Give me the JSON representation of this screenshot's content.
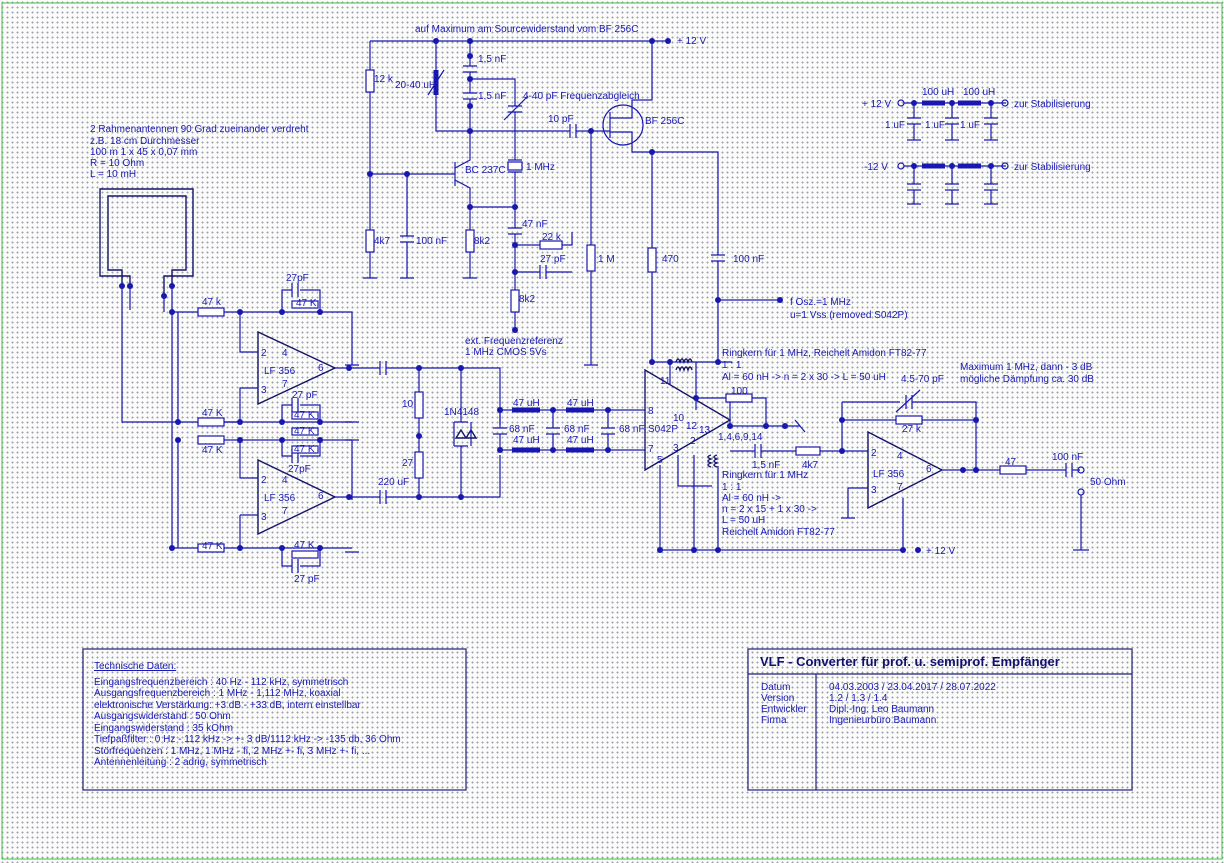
{
  "header_note": "auf Maximum am Sourcewiderstand vom BF 256C",
  "supply_pos_top": "+ 12 V",
  "antenna_note": {
    "line1": "2 Rahmenantennen 90 Grad zueinander verdreht",
    "line2": "z.B. 18 cm Durchmesser",
    "line3": "100 m 1 x 45 x 0,07 mm",
    "line4": "R = 10 Ohm",
    "line5": "L = 10 mH"
  },
  "oscillator": {
    "r_12k": "12 k",
    "l_2040": "20-40 uH",
    "c_1p5_a": "1,5 nF",
    "c_1p5_b": "1,5 nF",
    "trim_note": "4-40 pF Frequenzabgleich",
    "c_10p": "10 pF",
    "fet": "BF 256C",
    "bjt": "BC 237C",
    "xtal": "1 MHz",
    "r_4k7": "4k7",
    "c_100n": "100 nF",
    "r_8k2": "8k2",
    "c_47n": "47 nF",
    "r_22k": "22 k",
    "c_27p": "27 pF",
    "r_8k2b": "8k2",
    "ext_ref1": "ext. Frequenzreferenz",
    "ext_ref2": "1 MHz CMOS 5Vs",
    "r_1m": "1 M",
    "r_470": "470",
    "c_100n_b": "100 nF",
    "fosc1": "f Osz.=1 MHz",
    "fosc2": "u=1 Vss (removed S042P)"
  },
  "stabilizer": {
    "pos": "+ 12 V",
    "neg": "-12 V",
    "l1": "100 uH",
    "l2": "100 uH",
    "c1": "1 uF",
    "c2": "1 uF",
    "c3": "1 uF",
    "to_stab1": "zur Stabilisierung",
    "to_stab2": "zur Stabilisierung"
  },
  "preamp": {
    "r_47k_1": "47 k",
    "c_27p_1": "27pF",
    "r_47k_2": "47 K",
    "opamp1": "LF 356",
    "r_47k_3": "47 K",
    "r_47k_4": "47 K",
    "c_27p_2": "27 pF",
    "r_47k_5": "47 K",
    "r_47k_6": "47 K",
    "c_27p_3": "27pF",
    "r_47k_7": "47 K",
    "opamp2": "LF 356",
    "r_47k_8": "47 K",
    "r_47k_9": "47 K",
    "c_27p_4": "27 pF",
    "c_220u": "220 uF",
    "r_10": "10",
    "r_27": "27",
    "diode": "1N4148"
  },
  "filter": {
    "l1": "47 uH",
    "l2": "47 uH",
    "l3": "47 uH",
    "l4": "47 uH",
    "c1": "68 nF",
    "c2": "68 nF",
    "c3": "68 nF"
  },
  "mixer": {
    "ic": "S042P",
    "pin8": "8",
    "pin7": "7",
    "pin11": "11",
    "pin10": "10",
    "pin12": "12",
    "pin13": "13",
    "pin2": "2",
    "pin3": "3",
    "pin5": "5",
    "pins_gnd": "1,4,6,9,14",
    "ring1_a": "Ringkern für 1 MHz, Reichelt Amidon FT82-77",
    "ring1_b": "1 : 1",
    "ring1_c": "Al = 60 nH -> n = 2 x 30 -> L = 50 uH",
    "r_100": "100",
    "ring2_a": "Ringkern für 1 MHz",
    "ring2_b": "1 : 1",
    "ring2_c": "Al = 60 nH ->",
    "ring2_d": "n = 2 x 15 + 1 x 30 ->",
    "ring2_e": "L = 50 uH",
    "ring2_f": "Reichelt Amidon FT82-77",
    "c_1p5": "1,5 nF",
    "r_4k7": "4k7",
    "supply": "+ 12 V"
  },
  "output": {
    "note1": "Maximum 1 MHz, dann - 3 dB",
    "note2": "mögliche Dämpfung ca. 30 dB",
    "trim": "4.5-70 pF",
    "r_27k": "27 k",
    "opamp": "LF 356",
    "pin2": "2",
    "pin3": "3",
    "pin4": "4",
    "pin6": "6",
    "pin7": "7",
    "r_47": "47",
    "c_100n": "100 nF",
    "load": "50 Ohm"
  },
  "tech_data": {
    "heading": "Technische Daten:",
    "rows": [
      "Eingangsfrequenzbereich  : 40 Hz - 112 kHz, symmetrisch",
      "Ausgangsfrequenzbereich : 1 MHz - 1,112 MHz, koaxial",
      "elektronische Verstärkung: +3 dB - +33 dB, intern einstellbar",
      "Ausgangswiderstand          : 50 Ohm",
      "Eingangswiderstand          : 35 kOhm",
      "Tiefpaßfilter                     : 0 Hz - 112 kHz -> +- 3 dB/1112 kHz -> -135 db, 36 Ohm",
      "Störfrequenzen                : 1 MHz, 1 MHz - fi, 2 MHz +- fi, 3 MHz +- fi, ...",
      "Antennenleitung                : 2 adrig, symmetrisch"
    ]
  },
  "title_block": {
    "title": "VLF - Converter für prof. u. semiprof. Empfänger",
    "labels": [
      "Datum",
      "Version",
      "Entwickler",
      "Firma"
    ],
    "values": [
      "04.03.2003 / 23.04.2017 / 28.07.2022",
      "1.2 / 1.3 / 1.4",
      "Dipl.-Ing. Leo Baumann",
      "Ingenieurbüro Baumann"
    ]
  }
}
